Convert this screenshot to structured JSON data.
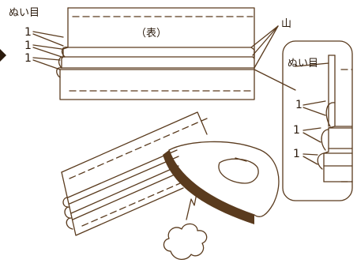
{
  "labels": {
    "seam_top": "ぬい目",
    "front_side": "（表）",
    "fold_peak": "山",
    "seam_zoom": "ぬい目",
    "pleat_width": "1"
  },
  "colors": {
    "line": "#5a3b1e",
    "arrow": "#2a1a0c",
    "iron_base": "#5a3b1e"
  }
}
